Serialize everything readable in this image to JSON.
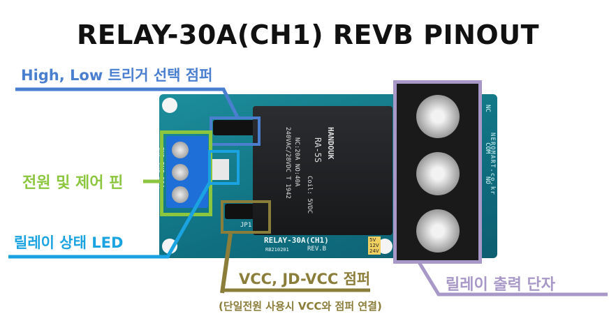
{
  "title": "RELAY-30A(CH1) REVB PINOUT",
  "colors": {
    "trigger_jumper": "#4a7fd0",
    "power_pins": "#8cc63f",
    "status_led": "#1aa3e0",
    "vcc_jumper": "#8b7d3a",
    "output_terminal": "#a898c8"
  },
  "annotations": {
    "trigger_jumper": "High, Low 트리거 선택 점퍼",
    "power_pins": "전원 및 제어 핀",
    "status_led": "릴레이 상태 LED",
    "vcc_jumper": "VCC, JD-VCC 점퍼",
    "vcc_jumper_note": "(단일전원 사용시 VCC와 점퍼 연결)",
    "output_terminal": "릴레이 출력 단자"
  },
  "board": {
    "name": "RELAY-30A(CH1)",
    "code": "RB210201",
    "revision": "REV.B",
    "voltages": [
      "5V",
      "12V",
      "24V"
    ],
    "relay_brand": "HANDOUK",
    "relay_model": "RA-5S",
    "relay_rating1": "NC:20A NO:40A",
    "relay_rating2": "240VAC/28VDC T 1942",
    "relay_coil": "Coil: 5VDC",
    "input_pins": [
      "VCC",
      "IN1",
      "GND"
    ],
    "output_pins": [
      "NC",
      "COM",
      "NO"
    ],
    "jumper_label": "JP1",
    "website": "NEROMART.co.kr"
  }
}
